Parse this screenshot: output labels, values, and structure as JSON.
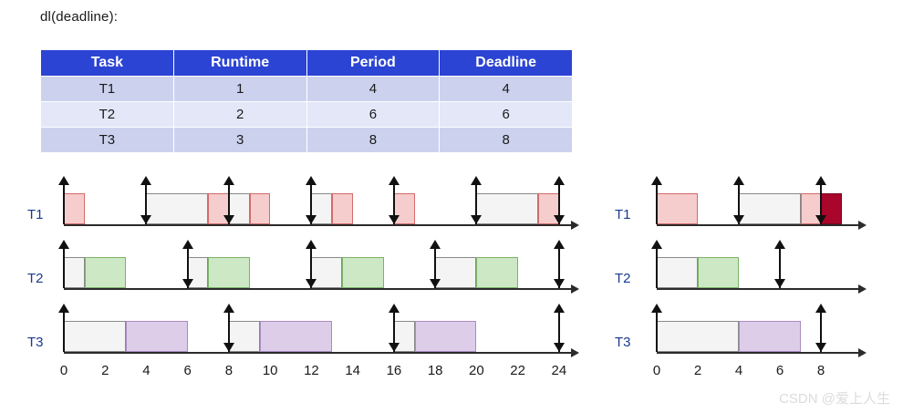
{
  "caption": "dl(deadline):",
  "table": {
    "headers": [
      "Task",
      "Runtime",
      "Period",
      "Deadline"
    ],
    "rows": [
      [
        "T1",
        "1",
        "4",
        "4"
      ],
      [
        "T2",
        "2",
        "6",
        "6"
      ],
      [
        "T3",
        "3",
        "8",
        "8"
      ]
    ]
  },
  "colors": {
    "header_bg": "#2b44d4",
    "row_even_bg": "#ccd2ee",
    "row_odd_bg": "#e4e7f8",
    "idle": "#f4f4f4",
    "task1": "#f6cdcd",
    "task2": "#cce8c4",
    "task3": "#ddcde9",
    "overrun": "#a8062b",
    "label": "#1a3a8f"
  },
  "chart_data": [
    {
      "type": "gantt",
      "name": "left-schedule",
      "xlabel": "",
      "xlim": [
        0,
        24
      ],
      "tick_step": 2,
      "ticks": [
        "0",
        "2",
        "4",
        "6",
        "8",
        "10",
        "12",
        "14",
        "16",
        "18",
        "20",
        "22",
        "24"
      ],
      "rows": [
        {
          "label": "T1",
          "blocks": [
            {
              "start": 0,
              "end": 1,
              "kind": "task1"
            },
            {
              "start": 4,
              "end": 7,
              "kind": "idle"
            },
            {
              "start": 7,
              "end": 8,
              "kind": "task1"
            },
            {
              "start": 8,
              "end": 9,
              "kind": "idle"
            },
            {
              "start": 9,
              "end": 10,
              "kind": "task1"
            },
            {
              "start": 12,
              "end": 13,
              "kind": "idle"
            },
            {
              "start": 13,
              "end": 14,
              "kind": "task1"
            },
            {
              "start": 16,
              "end": 17,
              "kind": "task1"
            },
            {
              "start": 20,
              "end": 23,
              "kind": "idle"
            },
            {
              "start": 23,
              "end": 24,
              "kind": "task1"
            }
          ],
          "arrows_up": [
            0,
            4,
            8,
            12,
            16,
            20,
            24
          ],
          "arrows_down": [
            4,
            8,
            12,
            16,
            20,
            24
          ]
        },
        {
          "label": "T2",
          "blocks": [
            {
              "start": 0,
              "end": 1,
              "kind": "idle"
            },
            {
              "start": 1,
              "end": 3,
              "kind": "task2"
            },
            {
              "start": 6,
              "end": 7,
              "kind": "idle"
            },
            {
              "start": 7,
              "end": 9,
              "kind": "task2"
            },
            {
              "start": 12,
              "end": 13.5,
              "kind": "idle"
            },
            {
              "start": 13.5,
              "end": 15.5,
              "kind": "task2"
            },
            {
              "start": 18,
              "end": 20,
              "kind": "idle"
            },
            {
              "start": 20,
              "end": 22,
              "kind": "task2"
            }
          ],
          "arrows_up": [
            0,
            6,
            12,
            18,
            24
          ],
          "arrows_down": [
            6,
            12,
            18,
            24
          ]
        },
        {
          "label": "T3",
          "blocks": [
            {
              "start": 0,
              "end": 3,
              "kind": "idle"
            },
            {
              "start": 3,
              "end": 6,
              "kind": "task3"
            },
            {
              "start": 8,
              "end": 9.5,
              "kind": "idle"
            },
            {
              "start": 9.5,
              "end": 13,
              "kind": "task3"
            },
            {
              "start": 16,
              "end": 17,
              "kind": "idle"
            },
            {
              "start": 17,
              "end": 20,
              "kind": "task3"
            }
          ],
          "arrows_up": [
            0,
            8,
            16,
            24
          ],
          "arrows_down": [
            8,
            16,
            24
          ]
        }
      ]
    },
    {
      "type": "gantt",
      "name": "right-schedule",
      "xlabel": "",
      "xlim": [
        0,
        9.8
      ],
      "tick_step": 2,
      "ticks": [
        "0",
        "2",
        "4",
        "6",
        "8"
      ],
      "rows": [
        {
          "label": "T1",
          "blocks": [
            {
              "start": 0,
              "end": 2,
              "kind": "task1"
            },
            {
              "start": 4,
              "end": 7,
              "kind": "idle"
            },
            {
              "start": 7,
              "end": 8,
              "kind": "task1"
            },
            {
              "start": 8,
              "end": 9,
              "kind": "overrun"
            }
          ],
          "arrows_up": [
            0,
            4,
            8
          ],
          "arrows_down": [
            4,
            8
          ]
        },
        {
          "label": "T2",
          "blocks": [
            {
              "start": 0,
              "end": 2,
              "kind": "idle"
            },
            {
              "start": 2,
              "end": 4,
              "kind": "task2"
            }
          ],
          "arrows_up": [
            0,
            6
          ],
          "arrows_down": [
            6
          ]
        },
        {
          "label": "T3",
          "blocks": [
            {
              "start": 0,
              "end": 4,
              "kind": "idle"
            },
            {
              "start": 4,
              "end": 7,
              "kind": "task3"
            }
          ],
          "arrows_up": [
            0,
            8
          ],
          "arrows_down": [
            8
          ]
        }
      ]
    }
  ],
  "watermark": "CSDN @爱上人生"
}
